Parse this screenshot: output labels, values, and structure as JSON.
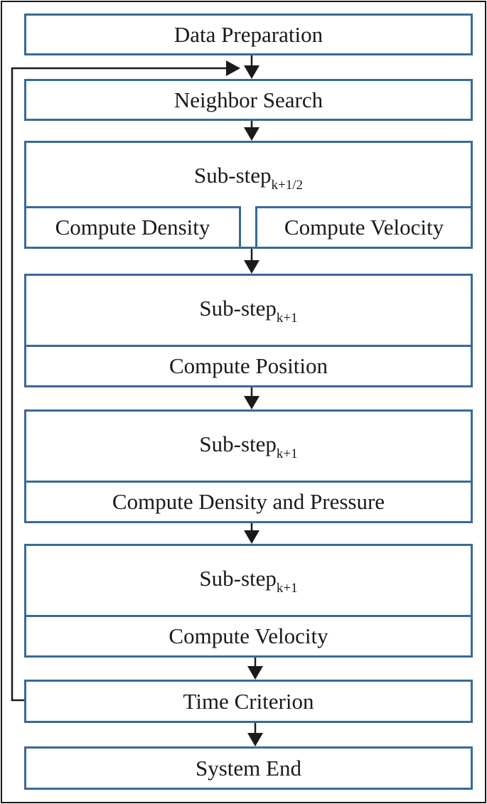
{
  "colors": {
    "box_border": "#3a6a97",
    "line": "#1a1a1a",
    "frame": "#1a1a1a",
    "text": "#1a1a1a"
  },
  "steps": {
    "data_preparation": "Data Preparation",
    "neighbor_search": "Neighbor Search",
    "substep_half": {
      "base": "Sub-step",
      "sub": "k+1/2"
    },
    "compute_density_left": "Compute Density",
    "compute_velocity_right": "Compute Velocity",
    "substep_position": {
      "base": "Sub-step",
      "sub": "k+1"
    },
    "compute_position": "Compute Position",
    "substep_pressure": {
      "base": "Sub-step",
      "sub": "k+1"
    },
    "compute_density_pressure": "Compute Density and Pressure",
    "substep_velocity": {
      "base": "Sub-step",
      "sub": "k+1"
    },
    "compute_velocity": "Compute Velocity",
    "time_criterion": "Time Criterion",
    "system_end": "System End"
  }
}
